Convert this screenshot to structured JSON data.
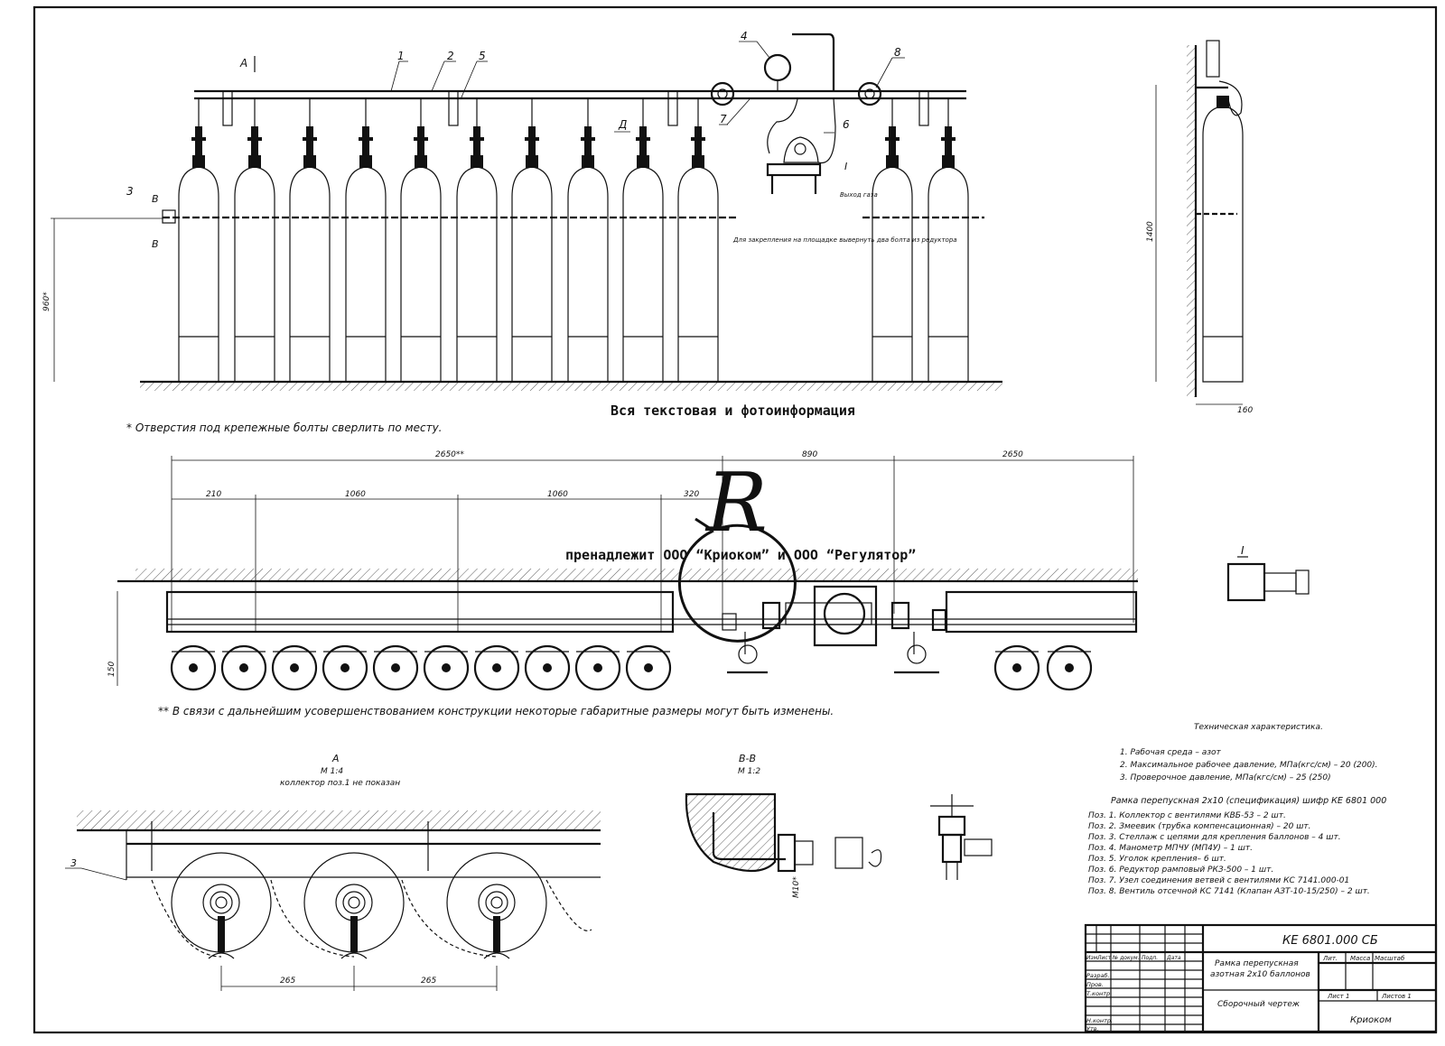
{
  "watermark": {
    "line1": "Вся текстовая и фотоинформация",
    "line2": "пренадлежит ООО “Криоком” и ООО “Регулятор”"
  },
  "labels": {
    "view_a_arrow": "А",
    "pos1": "1",
    "pos2": "2",
    "pos3": "3",
    "pos4": "4",
    "pos5": "5",
    "pos6": "6",
    "pos7": "7",
    "pos8": "8",
    "letter_d": "Д",
    "section_b": "В",
    "detail_i": "I",
    "gas_outlet": "Выход газа",
    "bolt_note": "Для закрепления на площадке вывернуть два болта из редуктора"
  },
  "notes": {
    "holes": "* Отверстия под крепежные болты сверлить по месту.",
    "dims_change": "** В связи с дальнейшим усовершенствованием конструкции некоторые габаритные размеры могут быть изменены."
  },
  "dimensions": {
    "height_960": "960*",
    "height_1400": "1400",
    "width_160": "160",
    "len_2650a": "2650**",
    "len_890": "890",
    "len_2650b": "2650",
    "d210": "210",
    "d1060a": "1060",
    "d1060b": "1060",
    "d320": "320",
    "h150": "150",
    "d265a": "265",
    "d265b": "265",
    "m10": "M10*"
  },
  "views": {
    "view_a_title": "А",
    "view_a_scale": "М 1:4",
    "view_a_note": "коллектор поз.1 не показан",
    "section_bb_title": "В-В",
    "section_bb_scale": "М 1:2",
    "detail_i_title": "I"
  },
  "tech": {
    "title": "Техническая характеристика.",
    "items": [
      "1. Рабочая среда – азот",
      "2. Максимальное рабочее давление, МПа(кгс/см) – 20 (200).",
      "3. Проверочное давление, МПа(кгс/см) – 25 (250)"
    ]
  },
  "spec": {
    "title": "Рамка перепускная 2х10 (спецификация) шифр КЕ 6801 000",
    "items": [
      "Поз. 1. Коллектор с вентилями КВБ-53 – 2 шт.",
      "Поз. 2. Змеевик (трубка компенсационная) – 20 шт.",
      "Поз. 3. Стеллаж с цепями для крепления баллонов – 4 шт.",
      "Поз. 4. Манометр МПЧУ (МП4У) – 1 шт.",
      "Поз. 5. Уголок крепления– 6 шт.",
      "Поз. 6. Редуктор рамповый РКЗ-500 – 1 шт.",
      "Поз. 7. Узел соединения ветвей с вентилями КС 7141.000-01",
      "Поз. 8. Вентиль отсечной КС 7141 (Клапан АЗТ-10-15/250) – 2 шт."
    ]
  },
  "title_block": {
    "code": "КЕ 6801.000 СБ",
    "name_line1": "Рамка перепускная",
    "name_line2": "азотная 2х10 баллонов",
    "doc_type": "Сборочный чертеж",
    "company": "Криоком",
    "col_lit": "Лит.",
    "col_mass": "Масса",
    "col_scale": "Масштаб",
    "sheet": "Лист 1",
    "sheets": "Листов 1",
    "row_izm": "Изм.",
    "row_list": "Лист",
    "row_doc": "№ докум.",
    "row_sign": "Подп.",
    "row_date": "Дата",
    "row_razrab": "Разраб.",
    "row_prov": "Пров.",
    "row_tkontr": "Т.контр.",
    "row_nkontr": "Н.контр.",
    "row_utv": "Утв."
  }
}
